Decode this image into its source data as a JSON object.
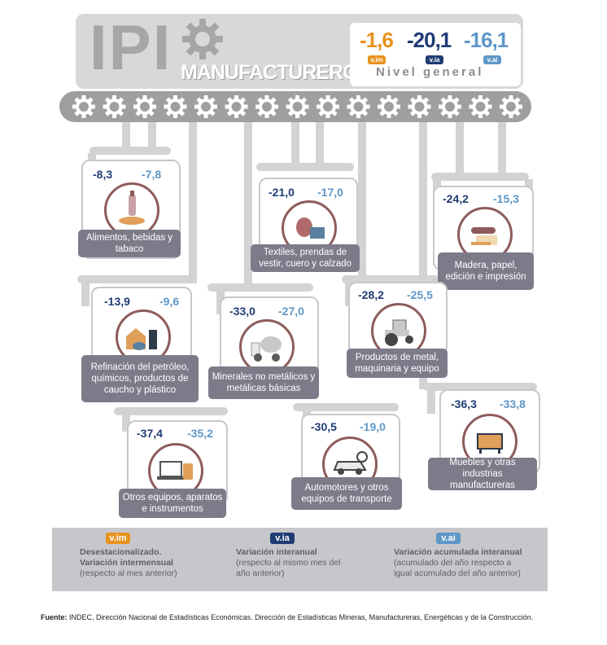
{
  "header": {
    "title": "IPI",
    "subtitle": "MANUFACTURERO",
    "vim_value": "-1,6",
    "via_value": "-20,1",
    "vai_value": "-16,1",
    "tag_vim": "v.im",
    "tag_via": "v.ia",
    "tag_vai": "v.ai",
    "nivel_label": "Nivel general"
  },
  "colors": {
    "vim": "#e8921e",
    "via": "#1f3c74",
    "vai": "#5f97c8",
    "label_bg": "#7d7b8a",
    "pipe": "#c8c8cb",
    "belt": "#9f9fa2"
  },
  "sectors": [
    {
      "via": "-8,3",
      "vai": "-7,8",
      "label": "Alimentos, bebidas y tabaco",
      "icon": "bottle-bread-icon"
    },
    {
      "via": "-21,0",
      "vai": "-17,0",
      "label": "Textiles, prendas de vestir, cuero y calzado",
      "icon": "textile-roll-icon"
    },
    {
      "via": "-24,2",
      "vai": "-15,3",
      "label": "Madera, papel, edición e impresión",
      "icon": "paper-wood-icon"
    },
    {
      "via": "-13,9",
      "vai": "-9,6",
      "label": "Refinación del petróleo, químicos, productos de caucho y plástico",
      "icon": "refinery-icon"
    },
    {
      "via": "-33,0",
      "vai": "-27,0",
      "label": "Minerales no metálicos y metálicas básicas",
      "icon": "cement-mixer-icon"
    },
    {
      "via": "-28,2",
      "vai": "-25,5",
      "label": "Productos de metal, maquinaria y equipo",
      "icon": "tractor-icon"
    },
    {
      "via": "-37,4",
      "vai": "-35,2",
      "label": "Otros equipos, aparatos e instrumentos",
      "icon": "devices-icon"
    },
    {
      "via": "-30,5",
      "vai": "-19,0",
      "label": "Automotores y otros equipos de transporte",
      "icon": "car-icon"
    },
    {
      "via": "-36,3",
      "vai": "-33,8",
      "label": "Muebles y otras industrias manufactureras",
      "icon": "furniture-icon"
    }
  ],
  "legend": {
    "vim": {
      "tag": "v.im",
      "bold1": "Desestacionalizado.",
      "bold2": "Variación intermensual",
      "note": "(respecto al mes anterior)"
    },
    "via": {
      "tag": "v.ia",
      "bold1": "Variación interanual",
      "note": "(respecto al mismo mes del año anterior)"
    },
    "vai": {
      "tag": "v.ai",
      "bold1": "Variación acumulada interanual",
      "note": "(acumulado del año respecto a igual acumulado del año anterior)"
    }
  },
  "footer": {
    "label": "Fuente:",
    "text": " INDEC, Dirección Nacional de Estadísticas Económicas. Dirección de Estadísticas Mineras, Manufactureras, Energéticas y de la Construcción."
  }
}
